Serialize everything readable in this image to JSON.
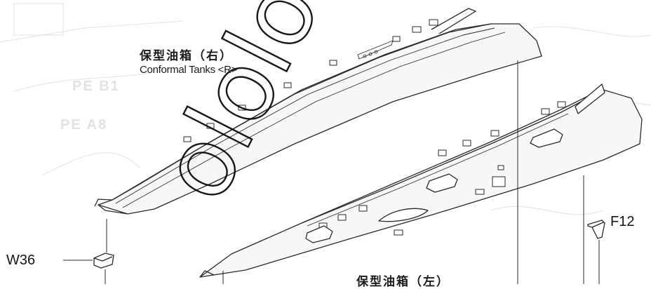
{
  "labels": {
    "tank_right_cn": "保型油箱（右）",
    "tank_right_en": "Conformal Tanks <R>",
    "tank_left_cn": "保型油箱（左）",
    "part_w36": "W36",
    "part_f12": "F12"
  },
  "background_marks": {
    "mark_1": "PE B1",
    "mark_2": "PE A8"
  },
  "watermark": "ololo.",
  "colors": {
    "line": "#2a2a2a",
    "part_fill": "#f7f7f7",
    "watermark": "#000000",
    "background_faint": "#e2e2e2"
  }
}
